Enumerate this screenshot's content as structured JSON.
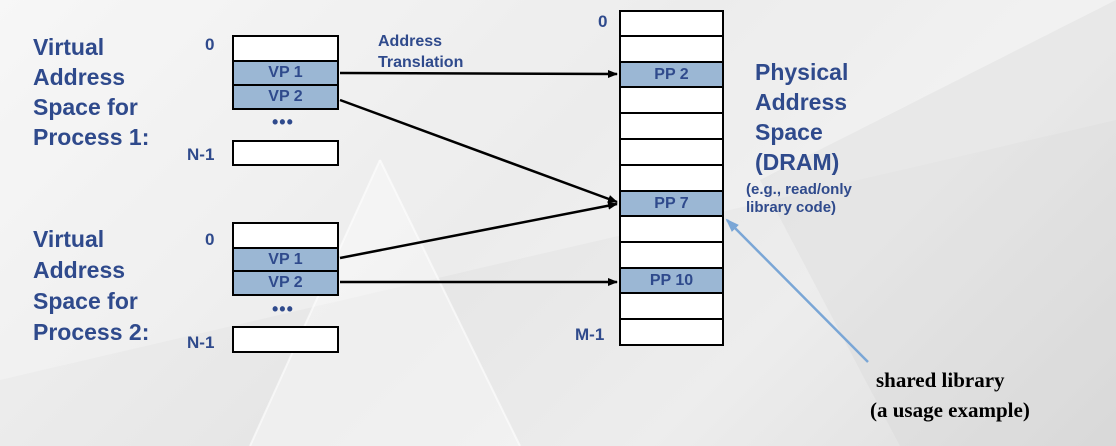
{
  "process1": {
    "title_lines": [
      "Virtual",
      "Address",
      "Space for",
      "Process 1:"
    ],
    "top_index": "0",
    "bottom_index": "N-1",
    "pages": [
      "VP 1",
      "VP 2"
    ],
    "ellipsis": "•••"
  },
  "process2": {
    "title_lines": [
      "Virtual",
      "Address",
      "Space for",
      "Process 2:"
    ],
    "top_index": "0",
    "bottom_index": "N-1",
    "pages": [
      "VP 1",
      "VP 2"
    ],
    "ellipsis": "•••"
  },
  "translation_label": [
    "Address",
    "Translation"
  ],
  "physical": {
    "top_index": "0",
    "bottom_index": "M-1",
    "title_lines": [
      "Physical",
      "Address",
      "Space",
      "(DRAM)"
    ],
    "frames": [
      "PP 2",
      "PP 7",
      "PP 10"
    ],
    "note_lines": [
      "(e.g., read/only",
      "library code)"
    ]
  },
  "callout": [
    "shared library",
    "(a usage example)"
  ],
  "colors": {
    "label": "#2f4a8c",
    "page_fill": "#9bb7d4",
    "callout_arrow": "#7aa6d6"
  }
}
